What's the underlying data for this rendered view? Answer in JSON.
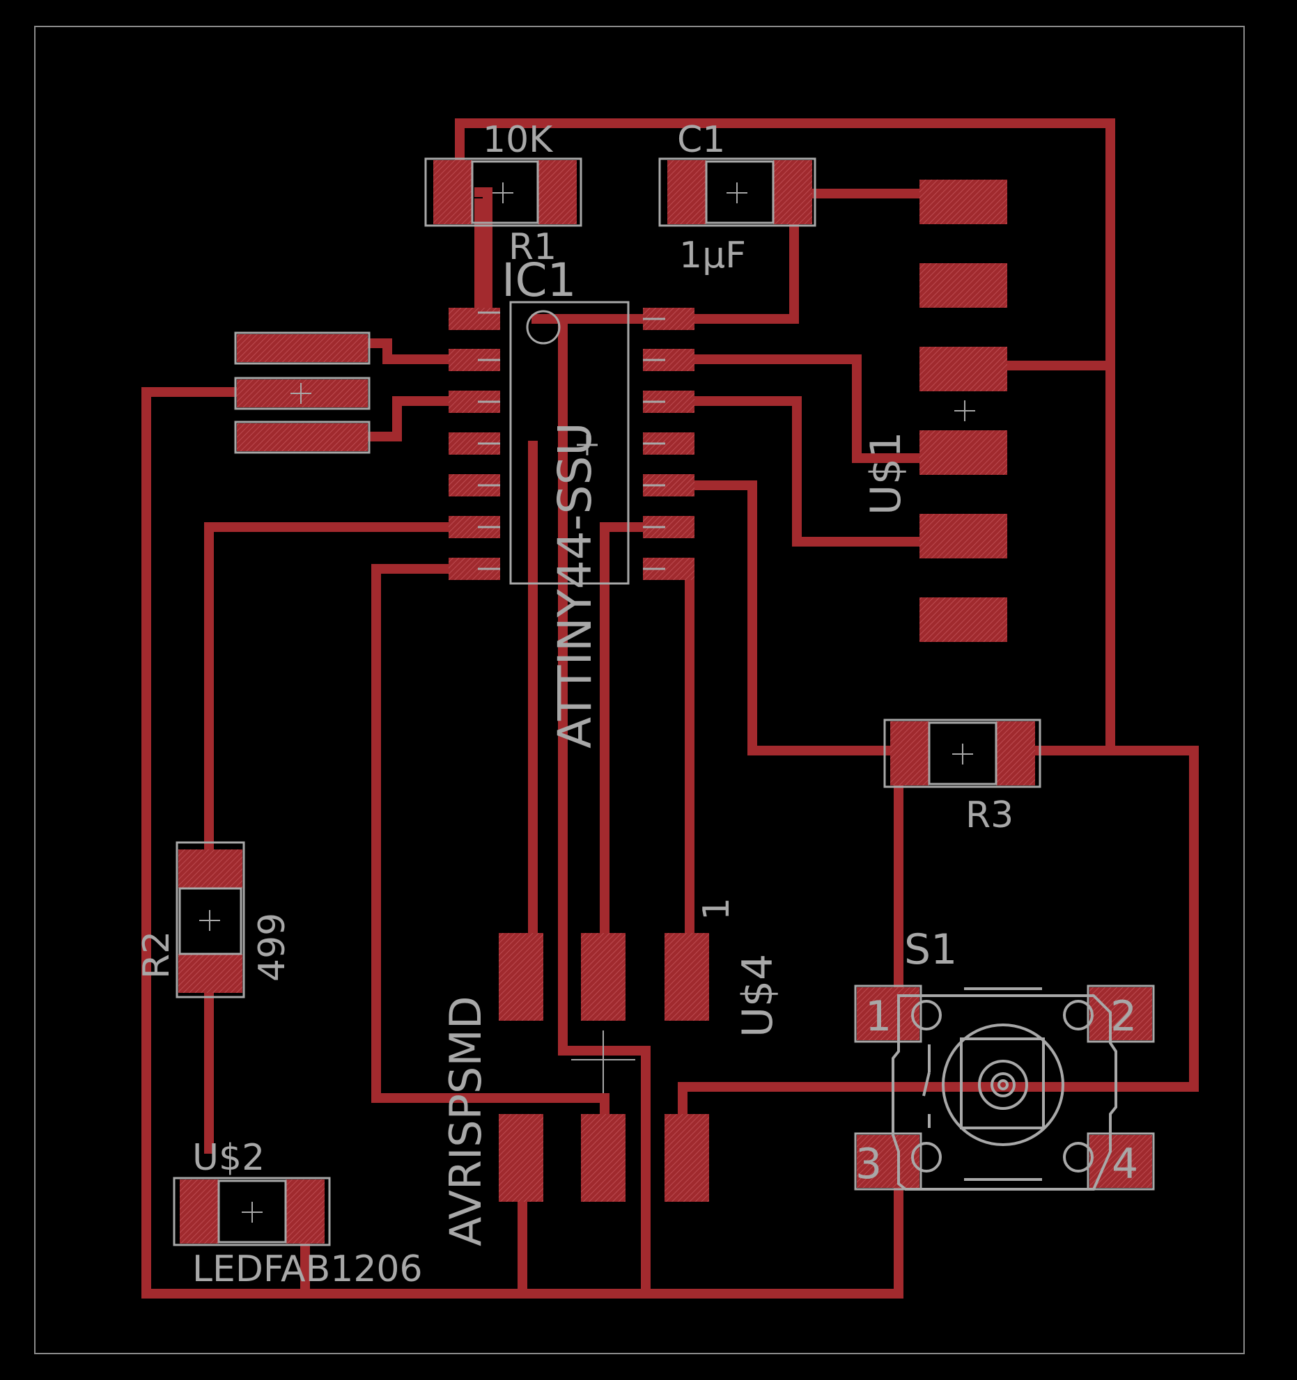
{
  "colors": {
    "background": "#000000",
    "copper": "#a32a2e",
    "silkscreen": "#a8a8a8",
    "board_outline": "#8a8a8a"
  },
  "components": {
    "r1": {
      "value": "10K",
      "name": "R1"
    },
    "c1": {
      "name": "C1",
      "value": "1µF"
    },
    "ic1": {
      "name": "IC1",
      "value": "ATTINY44-SSU"
    },
    "usb1": {
      "name": "U$1"
    },
    "r3": {
      "name": "R3"
    },
    "r2": {
      "name": "R2",
      "value": "499"
    },
    "s1": {
      "name": "S1",
      "pins": [
        "1",
        "2",
        "3",
        "4"
      ]
    },
    "u4": {
      "name": "U$4",
      "pin1": "1"
    },
    "avr": {
      "value": "AVRISPSMD"
    },
    "u2": {
      "name": "U$2",
      "value": "LEDFAB1206"
    }
  }
}
